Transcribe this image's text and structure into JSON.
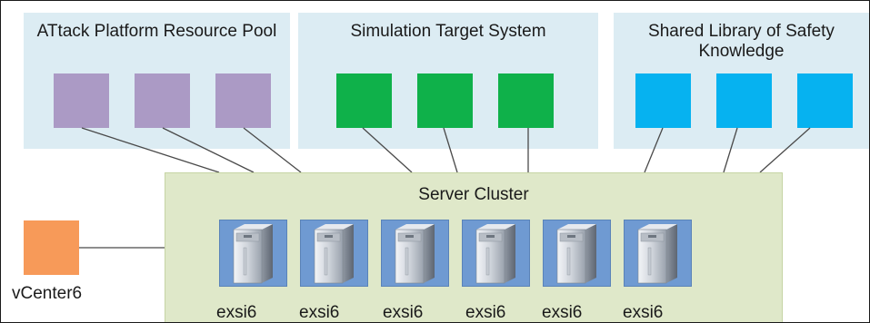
{
  "panels": {
    "attack": {
      "title": "ATtack Platform Resource Pool",
      "color": "#ab9ac5"
    },
    "simulation": {
      "title": "Simulation Target System",
      "color": "#0fb14a"
    },
    "safety": {
      "title": "Shared Library of Safety Knowledge",
      "color": "#06b2f0"
    }
  },
  "cluster": {
    "title": "Server Cluster",
    "servers": [
      {
        "label": "exsi6"
      },
      {
        "label": "exsi6"
      },
      {
        "label": "exsi6"
      },
      {
        "label": "exsi6"
      },
      {
        "label": "exsi6"
      },
      {
        "label": "exsi6"
      }
    ]
  },
  "vcenter": {
    "label": "vCenter6",
    "color": "#f79a59"
  }
}
